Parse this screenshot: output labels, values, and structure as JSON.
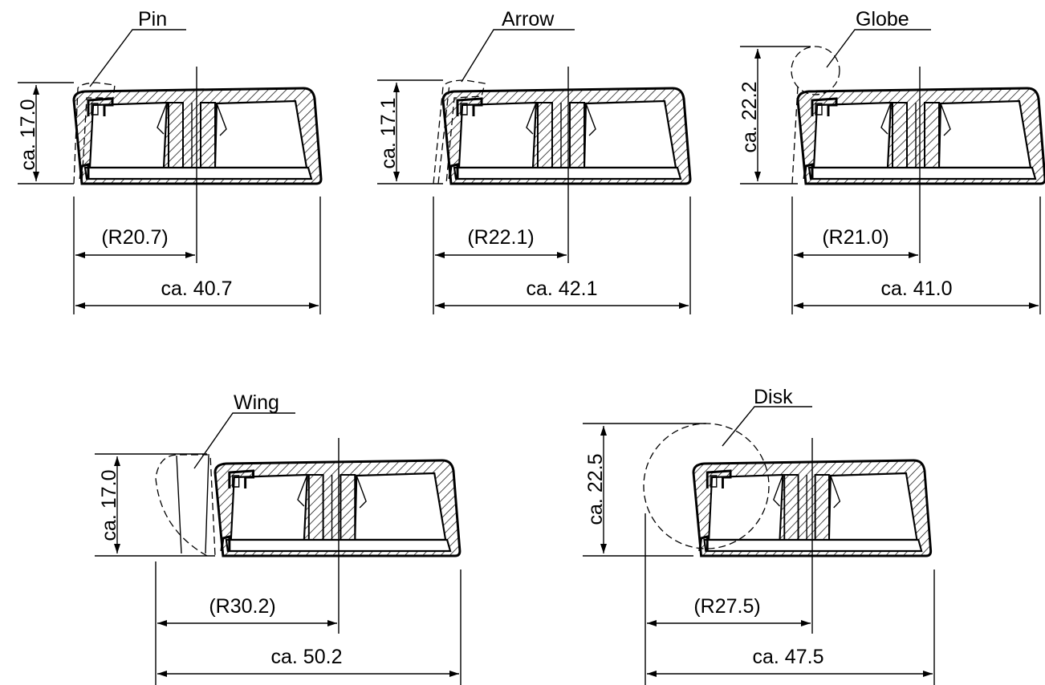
{
  "diagrams": [
    {
      "id": "pin",
      "label": "Pin",
      "height": "ca. 17.0",
      "radius": "(R20.7)",
      "width": "ca. 40.7"
    },
    {
      "id": "arrow",
      "label": "Arrow",
      "height": "ca. 17.1",
      "radius": "(R22.1)",
      "width": "ca. 42.1"
    },
    {
      "id": "globe",
      "label": "Globe",
      "height": "ca. 22.2",
      "radius": "(R21.0)",
      "width": "ca. 41.0"
    },
    {
      "id": "wing",
      "label": "Wing",
      "height": "ca. 17.0",
      "radius": "(R30.2)",
      "width": "ca. 50.2"
    },
    {
      "id": "disk",
      "label": "Disk",
      "height": "ca. 22.5",
      "radius": "(R27.5)",
      "width": "ca. 47.5"
    }
  ]
}
